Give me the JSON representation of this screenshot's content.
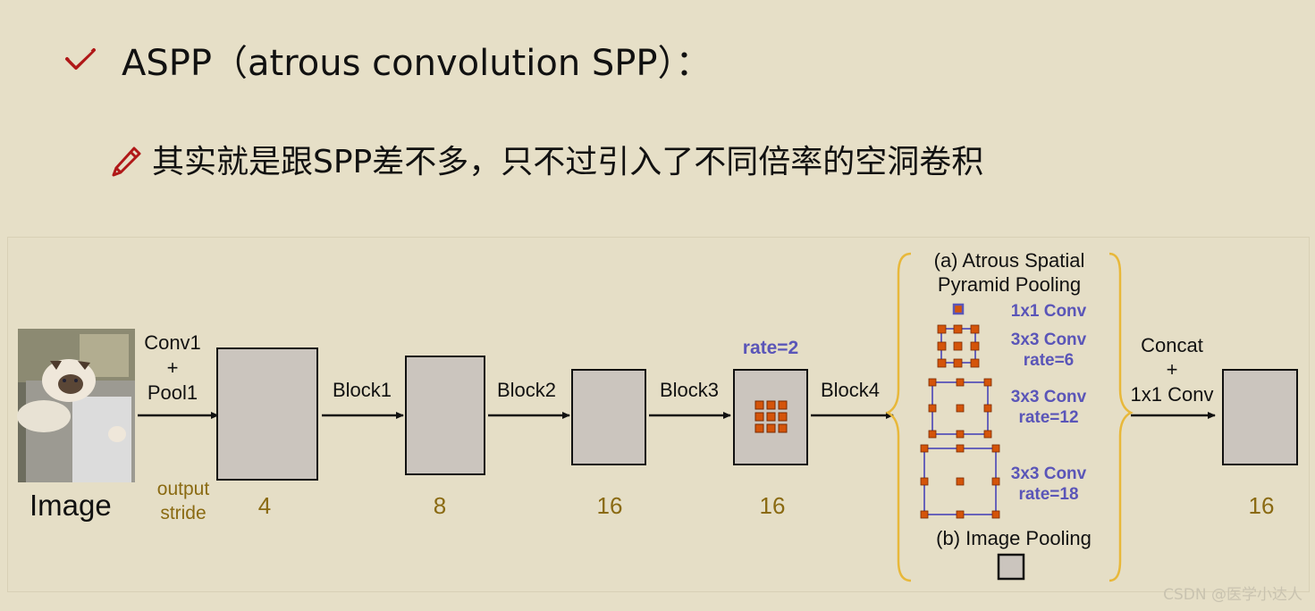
{
  "slide": {
    "bullet1": "ASPP（atrous convolution SPP）：",
    "bullet2": "其实就是跟SPP差不多，只不过引入了不同倍率的空洞卷积"
  },
  "diagram": {
    "image_label": "Image",
    "stem": {
      "line1": "Conv1",
      "line2": "+",
      "line3": "Pool1"
    },
    "output_stride_label": {
      "line1": "output",
      "line2": "stride"
    },
    "blocks": [
      "Block1",
      "Block2",
      "Block3",
      "Block4"
    ],
    "strides": [
      "4",
      "8",
      "16",
      "16",
      "16"
    ],
    "rate_label": "rate=2",
    "aspp": {
      "title_line1": "(a) Atrous Spatial",
      "title_line2": "Pyramid Pooling",
      "branches": [
        {
          "line1": "1x1 Conv",
          "line2": ""
        },
        {
          "line1": "3x3 Conv",
          "line2": "rate=6"
        },
        {
          "line1": "3x3 Conv",
          "line2": "rate=12"
        },
        {
          "line1": "3x3 Conv",
          "line2": "rate=18"
        }
      ],
      "image_pooling": "(b) Image Pooling"
    },
    "concat": {
      "line1": "Concat",
      "line2": "+",
      "line3": "1x1 Conv"
    }
  },
  "colors": {
    "background": "#e6dfc7",
    "box_fill": "#cbc5be",
    "stride_text": "#8a6a12",
    "conv_label": "#5a55b8",
    "orange": "#d4540a",
    "brace": "#e8b83a",
    "check_red": "#b01818"
  },
  "watermark": "CSDN @医学小达人"
}
